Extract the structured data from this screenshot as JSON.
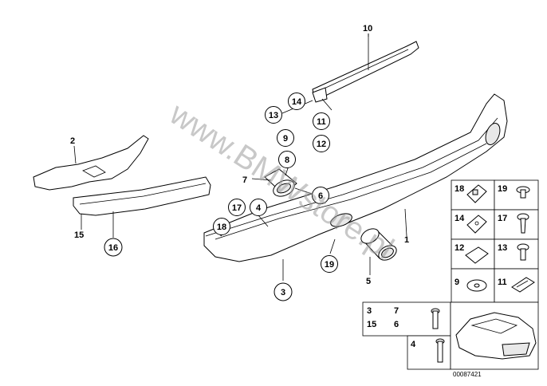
{
  "callouts": {
    "c1": "1",
    "c2": "2",
    "c3": "3",
    "c4": "4",
    "c5": "5",
    "c6": "6",
    "c7": "7",
    "c8": "8",
    "c9": "9",
    "c10": "10",
    "c11": "11",
    "c12": "12",
    "c13": "13",
    "c14": "14",
    "c15": "15",
    "c16": "16",
    "c17": "17",
    "c18": "18",
    "c19": "19"
  },
  "legend": {
    "r1a": "18",
    "r1b": "19",
    "r2a": "14",
    "r2b": "17",
    "r3a": "12",
    "r3b": "13",
    "r4a": "9",
    "r4b": "11",
    "combo": [
      "3",
      "7",
      "15",
      "6"
    ],
    "single": "4"
  },
  "watermark": "www.BMWstore.pl",
  "ref_number": "00087421"
}
